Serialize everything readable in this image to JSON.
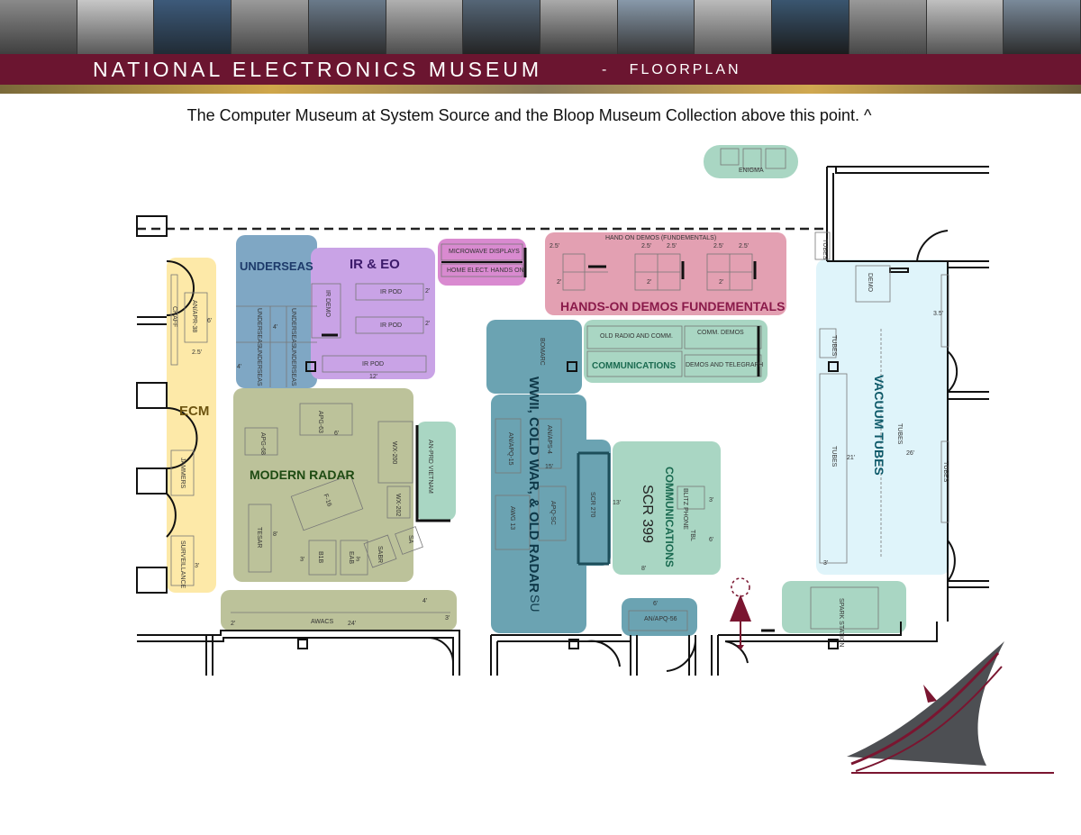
{
  "header": {
    "title": "NATIONAL ELECTRONICS MUSEUM",
    "separator": "-",
    "subtitle": "FLOORPLAN"
  },
  "note": "The Computer Museum at System Source and the Bloop Museum Collection above this point. ^",
  "colors": {
    "banner": "#6b1530",
    "ecm": "#fde9a8",
    "underseas": "#7fa7c4",
    "ir_eo": "#c9a3e6",
    "microwave": "#d98ad0",
    "hands_on": "#e3a0b2",
    "modern_radar": "#bcc29a",
    "wwii": "#6ba3b2",
    "communications": "#a9d6c3",
    "vacuum_tubes": "#dff4fa"
  },
  "zones": {
    "ecm": "ECM",
    "underseas": "UNDERSEAS",
    "ir_eo": "IR & EO",
    "microwave": "MICROWAVE DISPLAYS",
    "home_elect": "HOME ELECT. HANDS ON",
    "hands_on_small": "HAND ON DEMOS (FUNDEMENTALS)",
    "hands_on": "HANDS-ON DEMOS FUNDEMENTALS",
    "old_radio": "OLD RADIO AND COMM.",
    "comm_demos": "COMM. DEMOS",
    "communications_small": "COMMUNICATIONS",
    "demos_telegraph": "DEMOS AND TELEGRAPH",
    "modern_radar": "MODERN RADAR",
    "wwii": "WWII, COLD WAR, & OLD RADAR",
    "su": "SU",
    "communications": "COMMUNICATIONS",
    "scr399": "SCR 399",
    "vacuum_tubes": "VACUUM TUBES",
    "enigma": "ENIGMA",
    "spark": "SPARK STATION",
    "awacs": "AWACS",
    "an_apq56": "AN/APQ-56"
  },
  "exhibits": {
    "an_apr38": "AN/APR-38",
    "chaff": "CHAFF",
    "jammers": "JAMMERS",
    "surveillance": "SURVEILLANCE",
    "underseas_item": "UNDERSEAS",
    "ir_demo": "IR DEMO",
    "ir_pod": "IR POD",
    "apg63": "APG-63",
    "apg68": "APG-68",
    "f16": "F-16",
    "wx200": "WX-200",
    "wx202": "WX-202",
    "an_prd": "AN-PRD VIETNAM",
    "tesar": "TESAR",
    "b1b": "B1B",
    "eab": "EAB",
    "sabr": "SABR",
    "sa": "SA",
    "bomarc": "BOMARC",
    "an_aps4": "AN/APS-4",
    "an_apq15": "AN/APQ-15",
    "apg13": "AWG 13",
    "apq": "APQ-SC",
    "scr270": "SCR 270",
    "blitz": "BLITZ PHONE",
    "tbl": "TBL",
    "tubes": "TUBES",
    "demo": "DEMO"
  },
  "dims": {
    "d25": "2.5'",
    "d2": "2'",
    "d3": "3'",
    "d4": "4'",
    "d6": "6'",
    "d8": "8'",
    "d12": "12'",
    "d13": "13'",
    "d15": "15'",
    "d21": "21'",
    "d24": "24'",
    "d26": "26'",
    "d35": "3.5'"
  }
}
